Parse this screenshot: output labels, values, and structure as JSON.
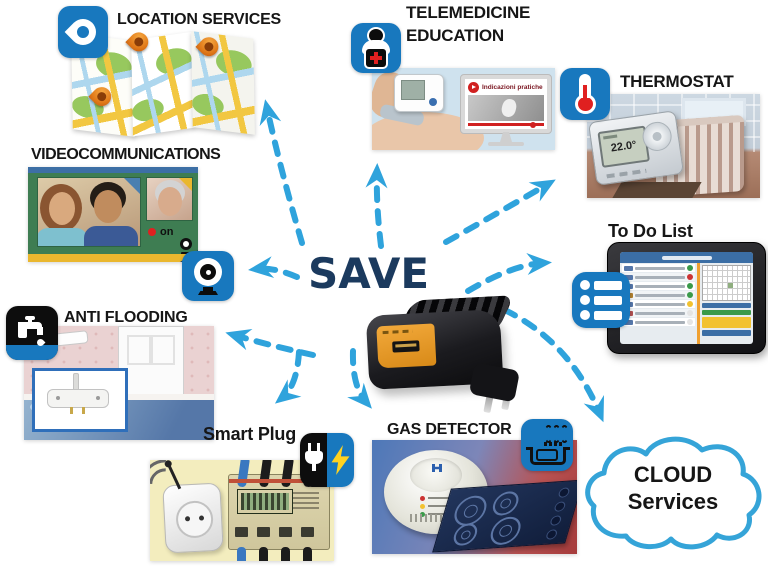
{
  "center": {
    "title": "SAVE",
    "device": "smart-home-gateway-plug"
  },
  "nodes": {
    "location_services": {
      "label": "LOCATION SERVICES",
      "icon": "location-pin-icon"
    },
    "videocommunications": {
      "label": "VIDEOCOMMUNICATIONS",
      "status_label": "on",
      "icon": "webcam-icon"
    },
    "anti_flooding": {
      "label": "ANTI FLOODING",
      "icon": "faucet-icon"
    },
    "smart_plug": {
      "label": "Smart Plug",
      "icon": "plug-lightning-icon"
    },
    "gas_detector": {
      "label": "GAS DETECTOR",
      "icon": "gas-pot-steam-icon"
    },
    "telemedicine": {
      "label_line1": "TELEMEDICINE",
      "label_line2": "EDUCATION",
      "video_title": "Indicazioni pratiche",
      "icon": "nurse-cross-icon"
    },
    "thermostat": {
      "label": "THERMOSTAT",
      "display_temperature": "22.0°",
      "icon": "thermometer-icon"
    },
    "todo_list": {
      "label": "To Do List",
      "icon": "checklist-icon"
    },
    "cloud_services": {
      "label_line1": "CLOUD",
      "label_line2": "Services",
      "icon": "cloud-outline"
    }
  },
  "colors": {
    "icon_blue": "#1878be",
    "arrow_blue": "#2fa3dc",
    "save_navy": "#1b3a5e",
    "label_black": "#161616",
    "accent_orange": "#f0a030"
  }
}
